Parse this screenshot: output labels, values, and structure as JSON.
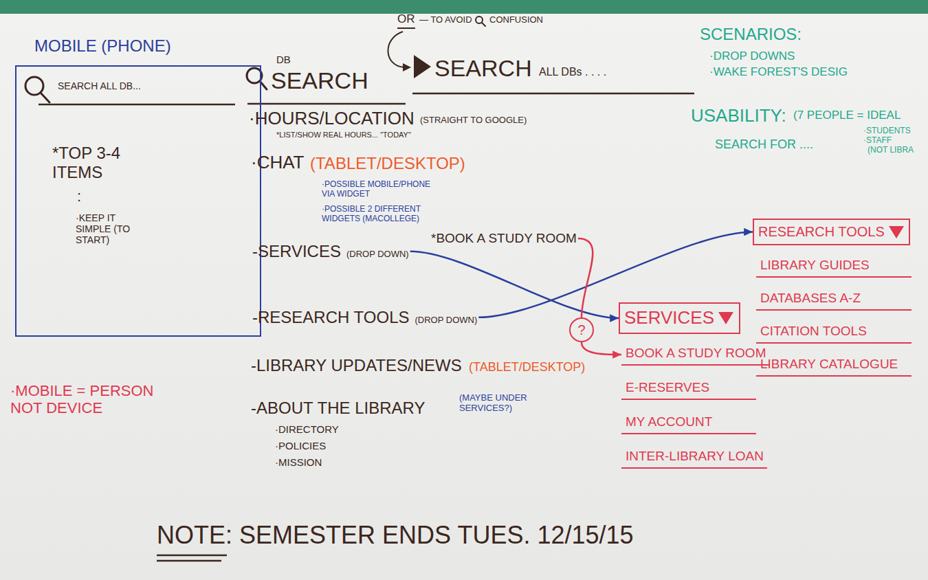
{
  "diagram": {
    "nodes": [
      {
        "text": [
          "MOBILE (PHONE)",
          "SEARCH ALL DB...",
          "*TOP 3-4 ITEMS",
          ":",
          "·KEEP IT SIMPLE (TO START)"
        ]
      },
      {
        "text": [
          "-SERVICES",
          "(DROP DOWN)"
        ]
      },
      {
        "text": [
          "*BOOK A STUDY ROOM"
        ]
      },
      {
        "text": [
          "-RESEARCH TOOLS",
          "(DROP DOWN)"
        ]
      },
      {
        "text": [
          "RESEARCH TOOLS"
        ]
      },
      {
        "text": [
          "LIBRARY GUIDES"
        ]
      },
      {
        "text": [
          "DATABASES A-Z"
        ]
      },
      {
        "text": [
          "CITATION TOOLS"
        ]
      },
      {
        "text": [
          "LIBRARY CATALOGUE"
        ]
      },
      {
        "text": [
          "?"
        ]
      },
      {
        "text": [
          "SERVICES"
        ]
      },
      {
        "text": [
          "BOOK A STUDY ROOM"
        ]
      },
      {
        "text": [
          "E-RESERVES"
        ]
      },
      {
        "text": [
          "MY ACCOUNT"
        ]
      },
      {
        "text": [
          "INTER-LIBRARY LOAN"
        ]
      }
    ],
    "edges": [
      {
        "from": 1,
        "to": 10,
        "arrow": "to"
      },
      {
        "from": 3,
        "to": 4,
        "arrow": "to"
      },
      {
        "from": 2,
        "to": 9,
        "arrow": "none"
      },
      {
        "from": 9,
        "to": 11,
        "arrow": "to"
      }
    ],
    "labels": [
      "OR",
      "— TO AVOID",
      "CONFUSION",
      "DB",
      "SEARCH",
      "SEARCH",
      "ALL DBs . . . .",
      "·HOURS/LOCATION",
      "(STRAIGHT TO GOOGLE)",
      "*LIST/SHOW REAL HOURS... \"TODAY\"",
      "·CHAT",
      "(TABLET/DESKTOP)",
      "·POSSIBLE MOBILE/PHONE VIA WIDGET",
      "·POSSIBLE 2 DIFFERENT WIDGETS (MACOLLEGE)",
      "-LIBRARY UPDATES/NEWS",
      "(TABLET/DESKTOP)",
      "-ABOUT THE LIBRARY",
      "(MAYBE UNDER SERVICES?)",
      "·DIRECTORY",
      "·POLICIES",
      "·MISSION",
      "SCENARIOS:",
      "·DROP DOWNS",
      "·WAKE FOREST'S DESIG",
      "USABILITY:",
      "(7 PEOPLE = IDEAL",
      "SEARCH FOR ....",
      "·STUDENTS",
      "·STAFF",
      "(NOT LIBRA",
      "·MOBILE = PERSON NOT DEVICE",
      "NOTE: SEMESTER ENDS TUES. 12/15/15"
    ]
  }
}
